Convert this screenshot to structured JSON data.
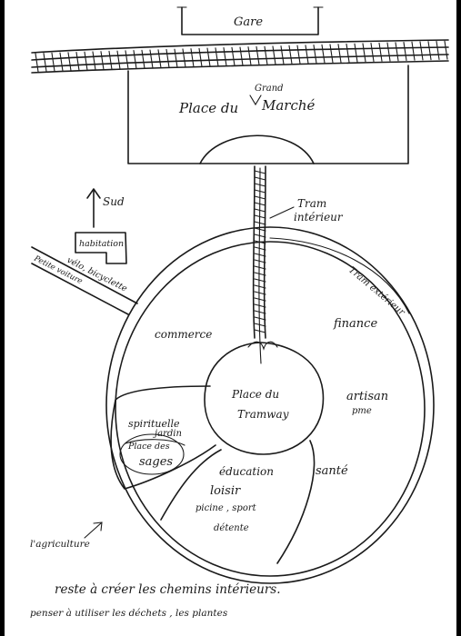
{
  "labels": {
    "gare": "Gare",
    "grand": "Grand",
    "place_du": "Place du",
    "marche": "Marché",
    "tram_interieur_1": "Tram",
    "tram_interieur_2": "intérieur",
    "sud": "Sud",
    "habitation": "habitation",
    "velo": "vélo, bicyclette",
    "petite_voiture": "Petite voiture",
    "tram_exterieur": "Tram extérieur",
    "commerce": "commerce",
    "finance": "finance",
    "place_du_tramway_1": "Place du",
    "place_du_tramway_2": "Tramway",
    "artisan": "artisan",
    "pme": "pme",
    "spirituelle": "spirituelle",
    "jardin": "jardin",
    "place_des": "Place des",
    "sages": "sages",
    "education": "éducation",
    "sante": "santé",
    "loisir": "loisir",
    "piscine_sport": "picine , sport",
    "detente": "détente",
    "agriculture": "l'agriculture"
  },
  "notes": {
    "line1": "reste à créer les chemins intérieurs.",
    "line2": "penser à utiliser les déchets , les plantes"
  }
}
